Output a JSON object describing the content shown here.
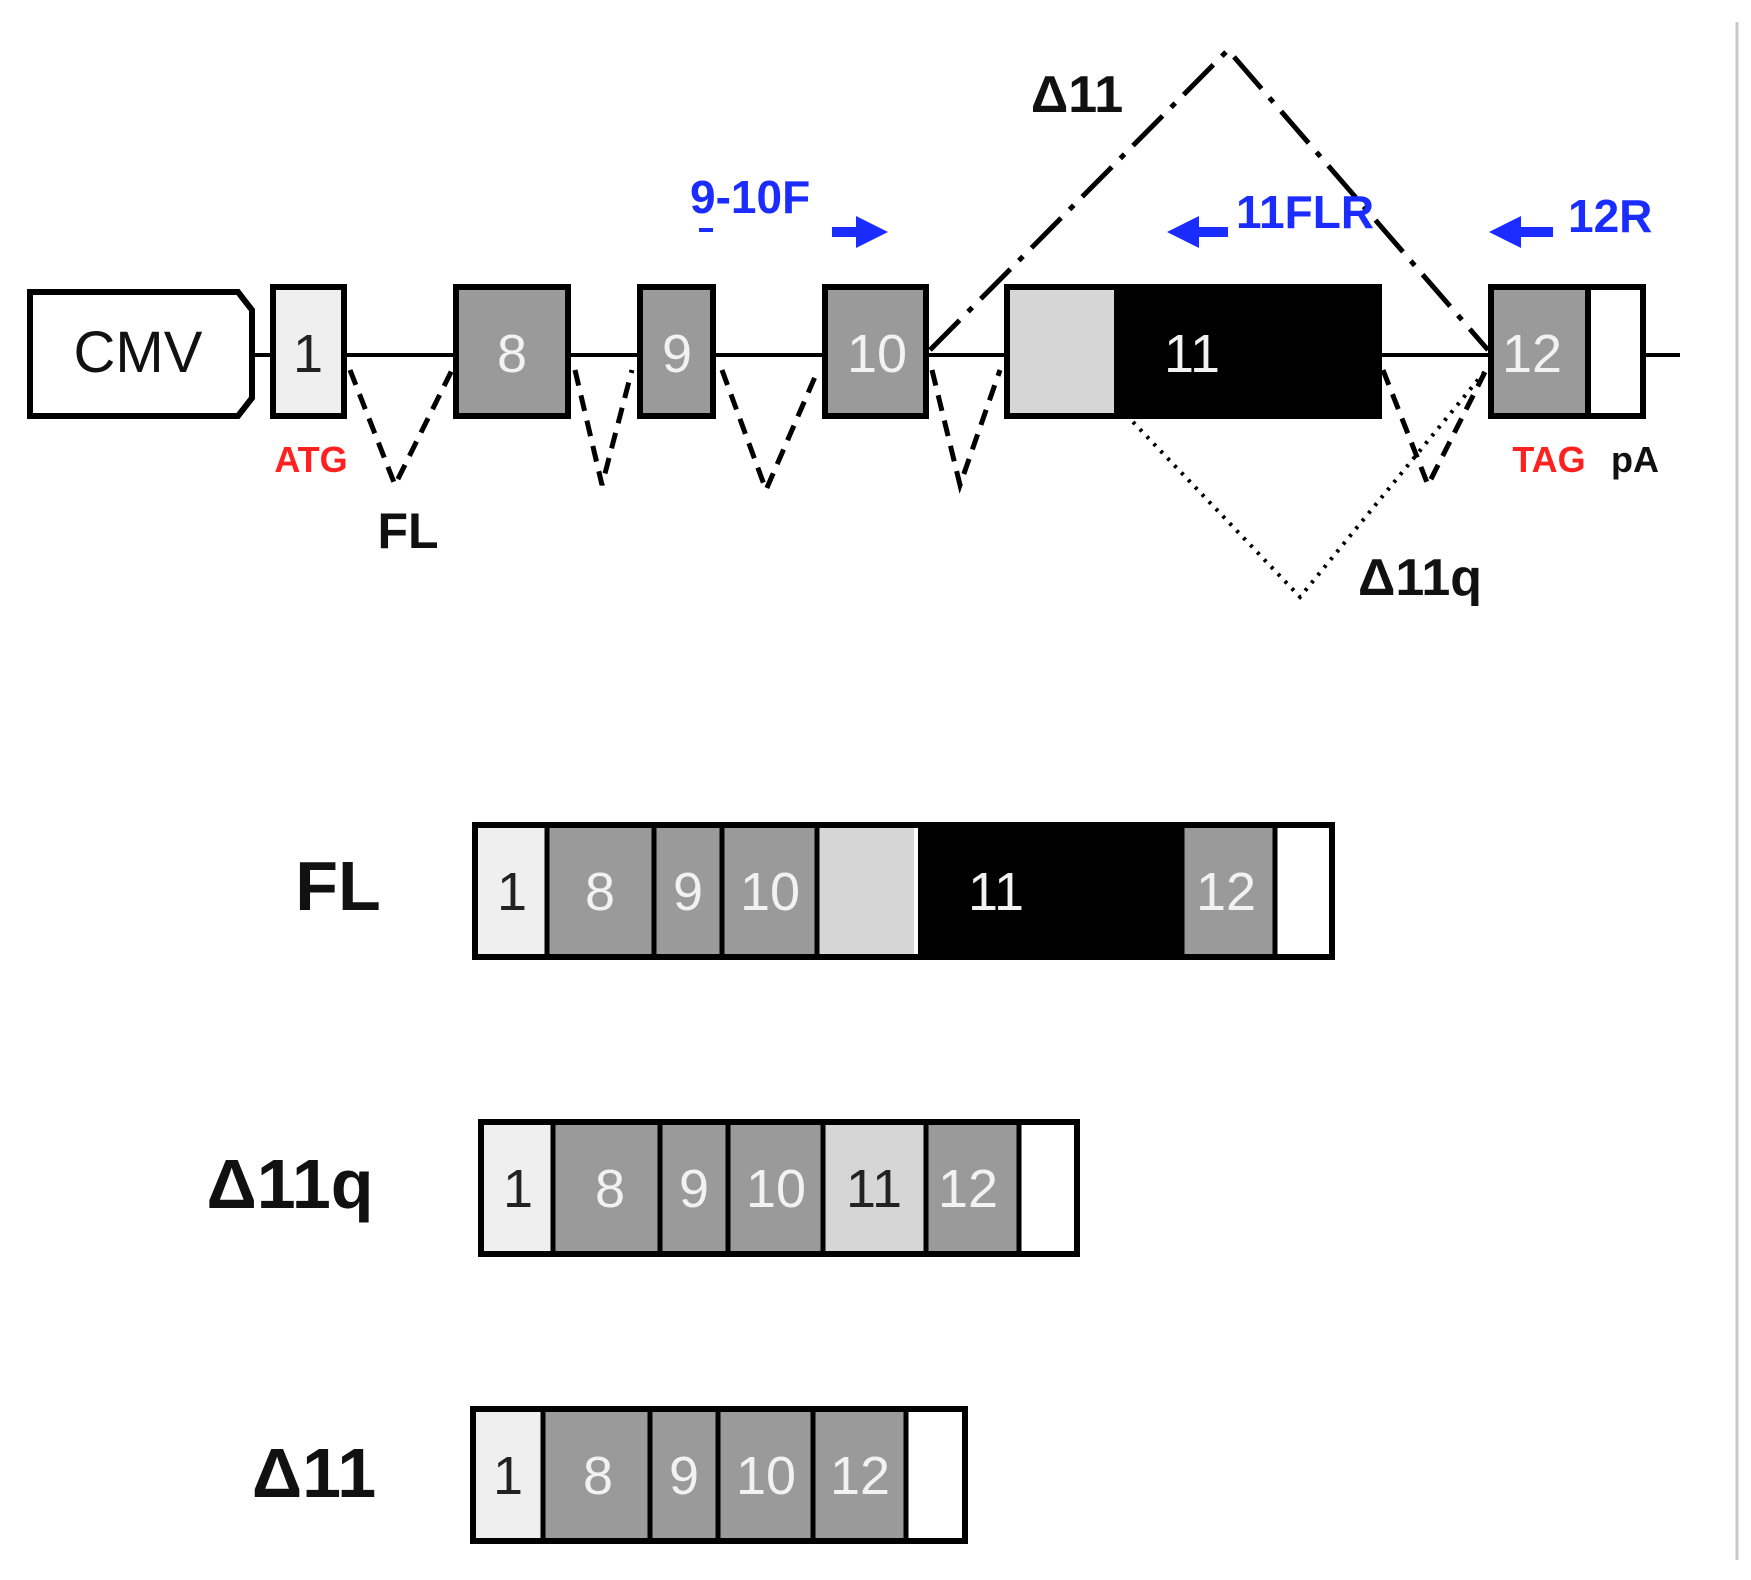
{
  "colors": {
    "exon_grey": "#9a9a9a",
    "exon_light": "#efefef",
    "exon_11_light": "#d6d6d6",
    "exon_11_dark": "#000000",
    "utr_white": "#ffffff",
    "primer_blue": "#1a2cff",
    "codon_red": "#ff2020"
  },
  "gene_map": {
    "promoter": "CMV",
    "exons": [
      "1",
      "8",
      "9",
      "10",
      "11",
      "12"
    ],
    "start_codon": "ATG",
    "stop_codon": "TAG",
    "polya": "pA",
    "splice_labels": {
      "full_length": "FL",
      "delta11": "Δ11",
      "delta11q": "Δ11q"
    },
    "primers": {
      "forward": "9-10F",
      "reverse_11": "11FLR",
      "reverse_12": "12R"
    }
  },
  "transcripts": [
    {
      "name": "FL",
      "exons": [
        "1",
        "8",
        "9",
        "10",
        "",
        "11",
        "12",
        ""
      ]
    },
    {
      "name": "Δ11q",
      "exons": [
        "1",
        "8",
        "9",
        "10",
        "11",
        "12",
        ""
      ]
    },
    {
      "name": "Δ11",
      "exons": [
        "1",
        "8",
        "9",
        "10",
        "12",
        ""
      ]
    }
  ]
}
